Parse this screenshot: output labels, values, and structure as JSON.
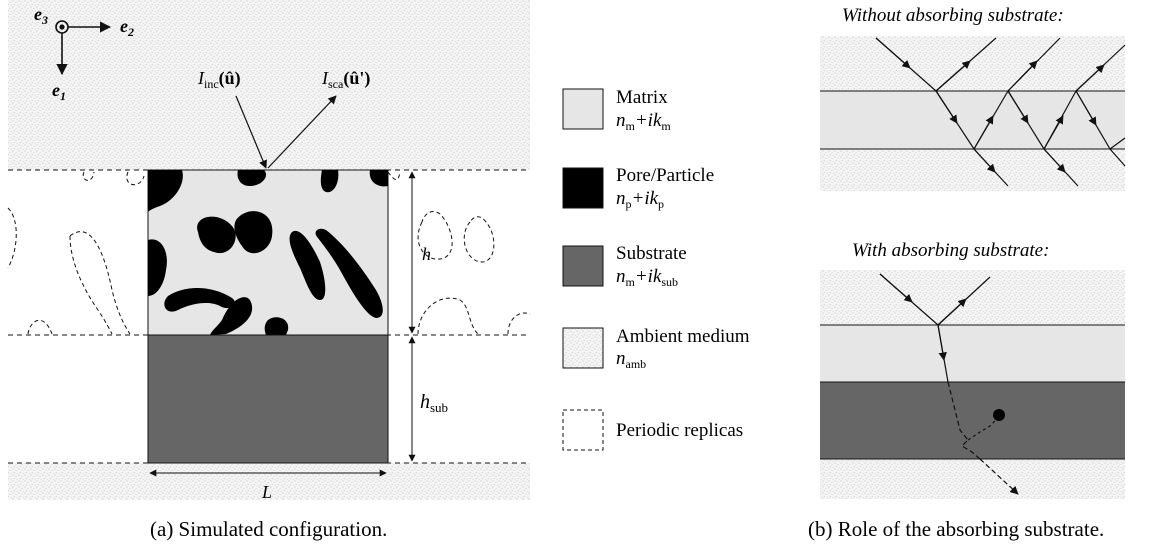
{
  "panel_a": {
    "axes": {
      "e3": "e",
      "e3_sub": "3",
      "e2": "e",
      "e2_sub": "2",
      "e1": "e",
      "e1_sub": "1"
    },
    "incident": {
      "main": "I",
      "sub": "inc",
      "arg": "(û)"
    },
    "scattered": {
      "main": "I",
      "sub": "sca",
      "arg": "(û')"
    },
    "dim_h": "h",
    "dim_hsub_main": "h",
    "dim_hsub_sub": "sub",
    "dim_L": "L",
    "caption": "(a) Simulated configuration."
  },
  "legend": {
    "items": [
      {
        "name": "Matrix",
        "sym": "n",
        "sym_sub": "m",
        "plus": "+ik",
        "plus_sub": "m",
        "swatch": "matrix"
      },
      {
        "name": "Pore/Particle",
        "sym": "n",
        "sym_sub": "p",
        "plus": "+ik",
        "plus_sub": "p",
        "swatch": "particle"
      },
      {
        "name": "Substrate",
        "sym": "n",
        "sym_sub": "m",
        "plus": "+ik",
        "plus_sub": "sub",
        "swatch": "substrate"
      },
      {
        "name": "Ambient medium",
        "sym": "n",
        "sym_sub": "amb",
        "plus": "",
        "plus_sub": "",
        "swatch": "ambient"
      },
      {
        "name": "Periodic replicas",
        "sym": "",
        "sym_sub": "",
        "plus": "",
        "plus_sub": "",
        "swatch": "replica"
      }
    ]
  },
  "panel_b": {
    "top_title": "Without absorbing substrate:",
    "bottom_title": "With absorbing substrate:",
    "caption": "(b) Role of the absorbing substrate."
  },
  "colors": {
    "matrix": "#e6e6e6",
    "particle": "#000000",
    "substrate": "#666666",
    "ambient": "#f4f4f4",
    "stipple": "#b5b5b5",
    "line": "#111111"
  }
}
